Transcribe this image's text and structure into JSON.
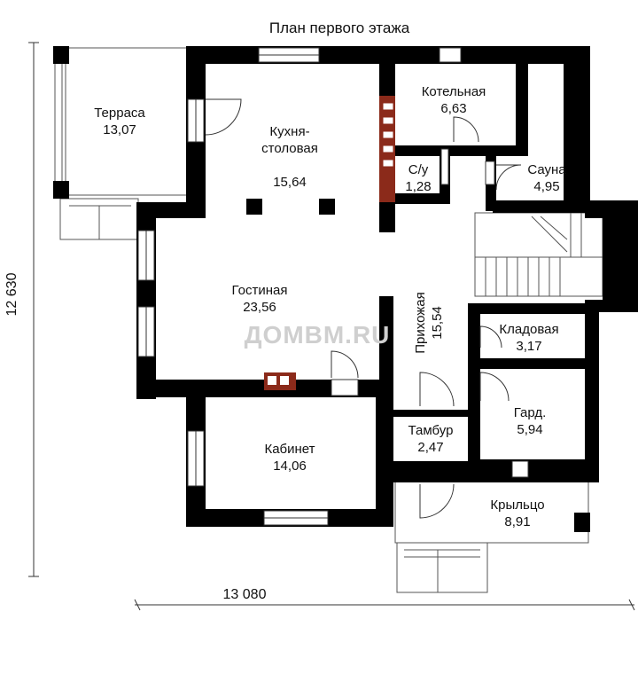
{
  "title": "План первого этажа",
  "dimensions": {
    "width": "13 080",
    "height": "12 630"
  },
  "watermark": "ДОМВМ.RU",
  "rooms": [
    {
      "id": "terrace",
      "name": "Терраса",
      "area": "13,07"
    },
    {
      "id": "kitchen",
      "name": "Кухня-\nстоловая",
      "area": "15,64"
    },
    {
      "id": "boiler",
      "name": "Котельная",
      "area": "6,63"
    },
    {
      "id": "wc",
      "name": "С/у",
      "area": "1,28"
    },
    {
      "id": "sauna",
      "name": "Сауна",
      "area": "4,95"
    },
    {
      "id": "living",
      "name": "Гостиная",
      "area": "23,56"
    },
    {
      "id": "hall",
      "name": "Прихожая",
      "area": "15,54"
    },
    {
      "id": "storage",
      "name": "Кладовая",
      "area": "3,17"
    },
    {
      "id": "wardrobe",
      "name": "Гард.",
      "area": "5,94"
    },
    {
      "id": "vestibule",
      "name": "Тамбур",
      "area": "2,47"
    },
    {
      "id": "study",
      "name": "Кабинет",
      "area": "14,06"
    },
    {
      "id": "porch",
      "name": "Крыльцо",
      "area": "8,91"
    }
  ],
  "colors": {
    "wall": "#000000",
    "chimney": "#8b2a1a",
    "line": "#444444",
    "window": "#ffffff"
  }
}
